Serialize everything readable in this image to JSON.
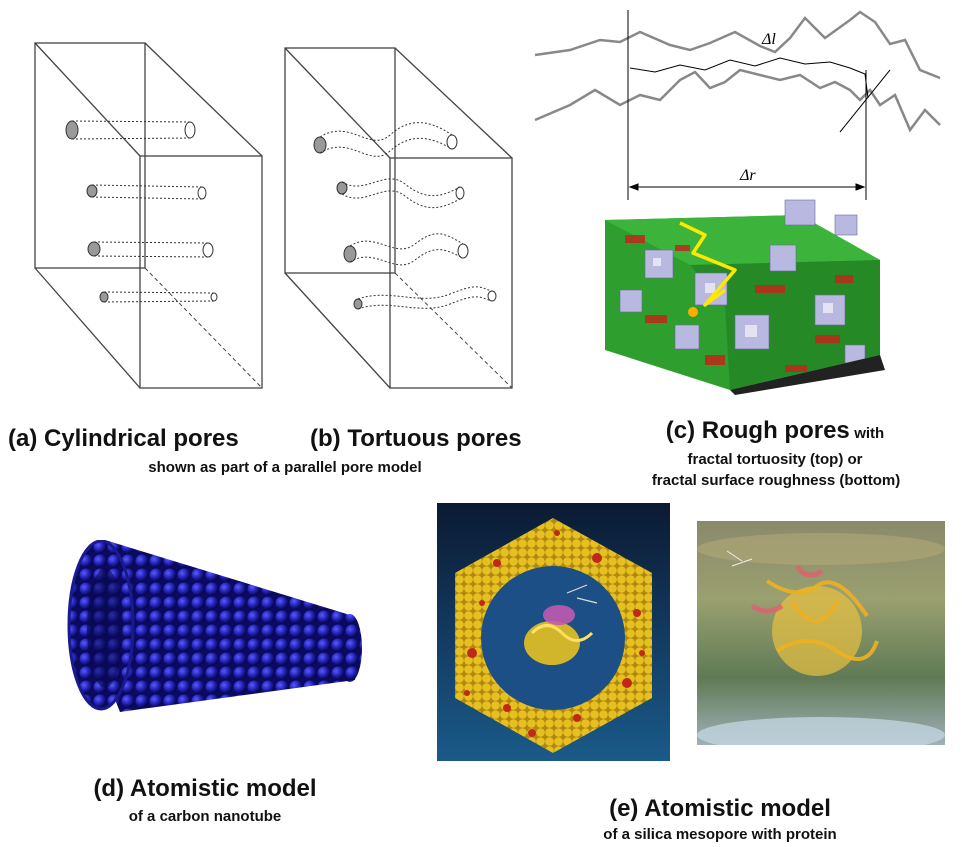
{
  "panels": {
    "a": {
      "caption": "(a) Cylindrical pores"
    },
    "b": {
      "caption": "(b) Tortuous pores"
    },
    "ab_sub": "shown as part of a parallel pore model",
    "c": {
      "caption": "(c) Rough pores",
      "caption_suffix": "with",
      "sub1": "fractal tortuosity (top) or",
      "sub2": "fractal surface roughness (bottom)",
      "delta_l": "Δl",
      "delta_r": "Δr"
    },
    "d": {
      "caption": "(d) Atomistic model",
      "sub": "of a carbon nanotube"
    },
    "e": {
      "caption": "(e) Atomistic model",
      "sub": "of a silica mesopore with protein"
    }
  },
  "colors": {
    "nanotube": "#1f1fb0",
    "fractal_green": "#2e9e2e",
    "fractal_lavender": "#b8b8e0",
    "silica_yellow": "#e6c020",
    "silica_red": "#c0281a",
    "background_navy": "#0e3a66"
  }
}
